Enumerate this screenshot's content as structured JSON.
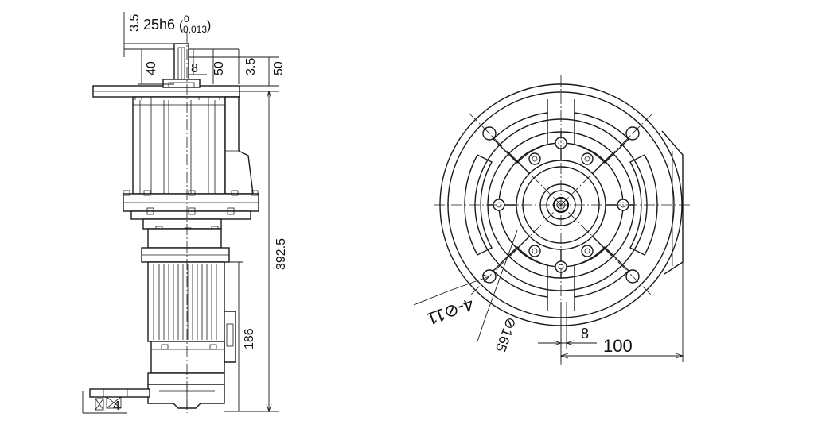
{
  "side_view": {
    "dims": {
      "shaft_offset": "3.5",
      "shaft_fit_main": "25h6",
      "shaft_fit_upper": "0",
      "shaft_fit_lower": "-0,013",
      "shaft_length": "40",
      "key_width": "8",
      "flange_to_shoulder": "50",
      "flange_offset": "3.5",
      "flange_height": "50",
      "overall_height": "392.5",
      "motor_height": "186",
      "grounding_size": "4"
    }
  },
  "front_view": {
    "dims": {
      "holes": "4-⊘11",
      "pcd": "⊘165",
      "key_width": "8",
      "center_offset": "100"
    }
  }
}
